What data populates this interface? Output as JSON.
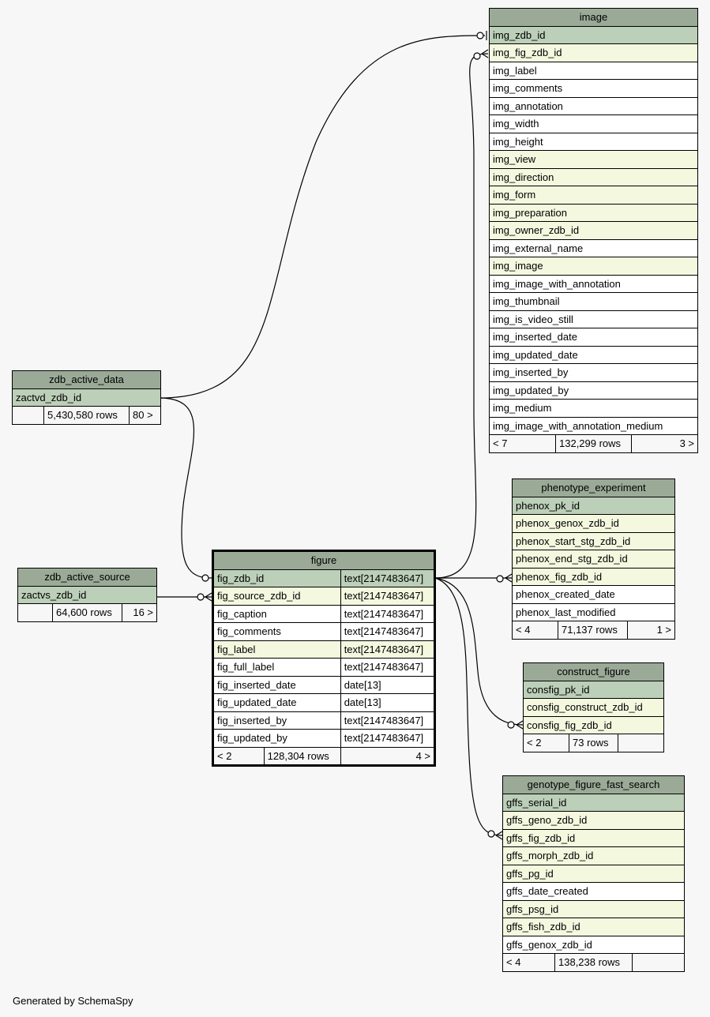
{
  "credit": "Generated by SchemaSpy",
  "tables": {
    "image": {
      "title": "image",
      "pk": "img_zdb_id",
      "columns": [
        {
          "name": "img_fig_zdb_id",
          "kind": "fk"
        },
        {
          "name": "img_label",
          "kind": "plain"
        },
        {
          "name": "img_comments",
          "kind": "plain"
        },
        {
          "name": "img_annotation",
          "kind": "plain"
        },
        {
          "name": "img_width",
          "kind": "plain"
        },
        {
          "name": "img_height",
          "kind": "plain"
        },
        {
          "name": "img_view",
          "kind": "fk"
        },
        {
          "name": "img_direction",
          "kind": "fk"
        },
        {
          "name": "img_form",
          "kind": "fk"
        },
        {
          "name": "img_preparation",
          "kind": "fk"
        },
        {
          "name": "img_owner_zdb_id",
          "kind": "fk"
        },
        {
          "name": "img_external_name",
          "kind": "plain"
        },
        {
          "name": "img_image",
          "kind": "fk"
        },
        {
          "name": "img_image_with_annotation",
          "kind": "plain"
        },
        {
          "name": "img_thumbnail",
          "kind": "plain"
        },
        {
          "name": "img_is_video_still",
          "kind": "plain"
        },
        {
          "name": "img_inserted_date",
          "kind": "plain"
        },
        {
          "name": "img_updated_date",
          "kind": "plain"
        },
        {
          "name": "img_inserted_by",
          "kind": "plain"
        },
        {
          "name": "img_updated_by",
          "kind": "plain"
        },
        {
          "name": "img_medium",
          "kind": "plain"
        },
        {
          "name": "img_image_with_annotation_medium",
          "kind": "plain"
        }
      ],
      "parents": "< 7",
      "rows": "132,299 rows",
      "children": "3 >"
    },
    "zdb_active_data": {
      "title": "zdb_active_data",
      "pk": "zactvd_zdb_id",
      "parents": "",
      "rows": "5,430,580 rows",
      "children": "80 >"
    },
    "zdb_active_source": {
      "title": "zdb_active_source",
      "pk": "zactvs_zdb_id",
      "parents": "",
      "rows": "64,600 rows",
      "children": "16 >"
    },
    "figure": {
      "title": "figure",
      "pk": {
        "name": "fig_zdb_id",
        "type": "text[2147483647]"
      },
      "columns": [
        {
          "name": "fig_source_zdb_id",
          "type": "text[2147483647]",
          "kind": "fk"
        },
        {
          "name": "fig_caption",
          "type": "text[2147483647]",
          "kind": "plain"
        },
        {
          "name": "fig_comments",
          "type": "text[2147483647]",
          "kind": "plain"
        },
        {
          "name": "fig_label",
          "type": "text[2147483647]",
          "kind": "fk"
        },
        {
          "name": "fig_full_label",
          "type": "text[2147483647]",
          "kind": "plain"
        },
        {
          "name": "fig_inserted_date",
          "type": "date[13]",
          "kind": "plain"
        },
        {
          "name": "fig_updated_date",
          "type": "date[13]",
          "kind": "plain"
        },
        {
          "name": "fig_inserted_by",
          "type": "text[2147483647]",
          "kind": "plain"
        },
        {
          "name": "fig_updated_by",
          "type": "text[2147483647]",
          "kind": "plain"
        }
      ],
      "parents": "< 2",
      "rows": "128,304 rows",
      "children": "4 >"
    },
    "phenotype_experiment": {
      "title": "phenotype_experiment",
      "pk": "phenox_pk_id",
      "columns": [
        {
          "name": "phenox_genox_zdb_id",
          "kind": "fk"
        },
        {
          "name": "phenox_start_stg_zdb_id",
          "kind": "fk"
        },
        {
          "name": "phenox_end_stg_zdb_id",
          "kind": "fk"
        },
        {
          "name": "phenox_fig_zdb_id",
          "kind": "fk"
        },
        {
          "name": "phenox_created_date",
          "kind": "plain"
        },
        {
          "name": "phenox_last_modified",
          "kind": "plain"
        }
      ],
      "parents": "< 4",
      "rows": "71,137 rows",
      "children": "1 >"
    },
    "construct_figure": {
      "title": "construct_figure",
      "pk": "consfig_pk_id",
      "columns": [
        {
          "name": "consfig_construct_zdb_id",
          "kind": "fk"
        },
        {
          "name": "consfig_fig_zdb_id",
          "kind": "fk"
        }
      ],
      "parents": "< 2",
      "rows": "73 rows",
      "children": ""
    },
    "genotype_figure_fast_search": {
      "title": "genotype_figure_fast_search",
      "pk": "gffs_serial_id",
      "columns": [
        {
          "name": "gffs_geno_zdb_id",
          "kind": "fk"
        },
        {
          "name": "gffs_fig_zdb_id",
          "kind": "fk"
        },
        {
          "name": "gffs_morph_zdb_id",
          "kind": "fk"
        },
        {
          "name": "gffs_pg_id",
          "kind": "fk"
        },
        {
          "name": "gffs_date_created",
          "kind": "plain"
        },
        {
          "name": "gffs_psg_id",
          "kind": "fk"
        },
        {
          "name": "gffs_fish_zdb_id",
          "kind": "fk"
        },
        {
          "name": "gffs_genox_zdb_id",
          "kind": "plain"
        }
      ],
      "parents": "< 4",
      "rows": "138,238 rows",
      "children": ""
    }
  }
}
